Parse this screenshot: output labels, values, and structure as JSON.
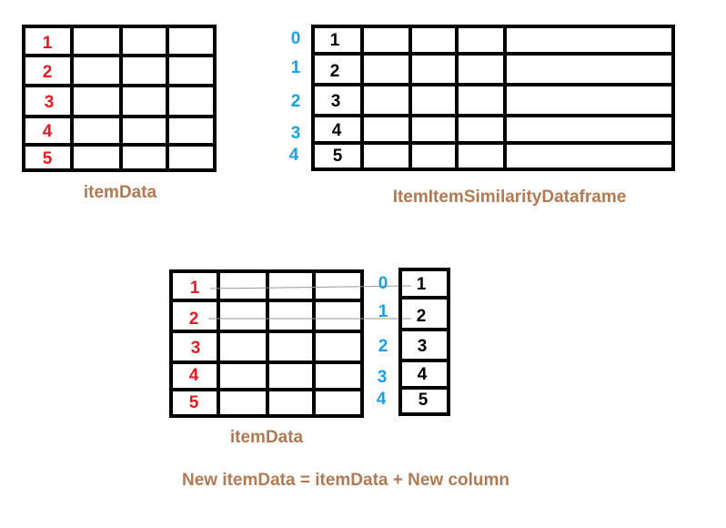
{
  "colors": {
    "grid": "#000000",
    "red_index": "#e31b23",
    "blue_index": "#1ba1e2",
    "caption": "#b07a54",
    "connector": "#9a9a9a"
  },
  "top_left_table": {
    "row_labels": [
      "1",
      "2",
      "3",
      "4",
      "5"
    ],
    "caption": "itemData"
  },
  "top_right_table": {
    "index_labels": [
      "0",
      "1",
      "2",
      "3",
      "4"
    ],
    "first_column": [
      "1",
      "2",
      "3",
      "4",
      "5"
    ],
    "caption": "ItemItemSimilarityDataframe"
  },
  "bottom_table": {
    "row_labels": [
      "1",
      "2",
      "3",
      "4",
      "5"
    ],
    "caption": "itemData"
  },
  "bottom_column": {
    "index_labels": [
      "0",
      "1",
      "2",
      "3",
      "4"
    ],
    "values": [
      "1",
      "2",
      "3",
      "4",
      "5"
    ]
  },
  "footer": {
    "formula": "New itemData = itemData  + New column"
  }
}
